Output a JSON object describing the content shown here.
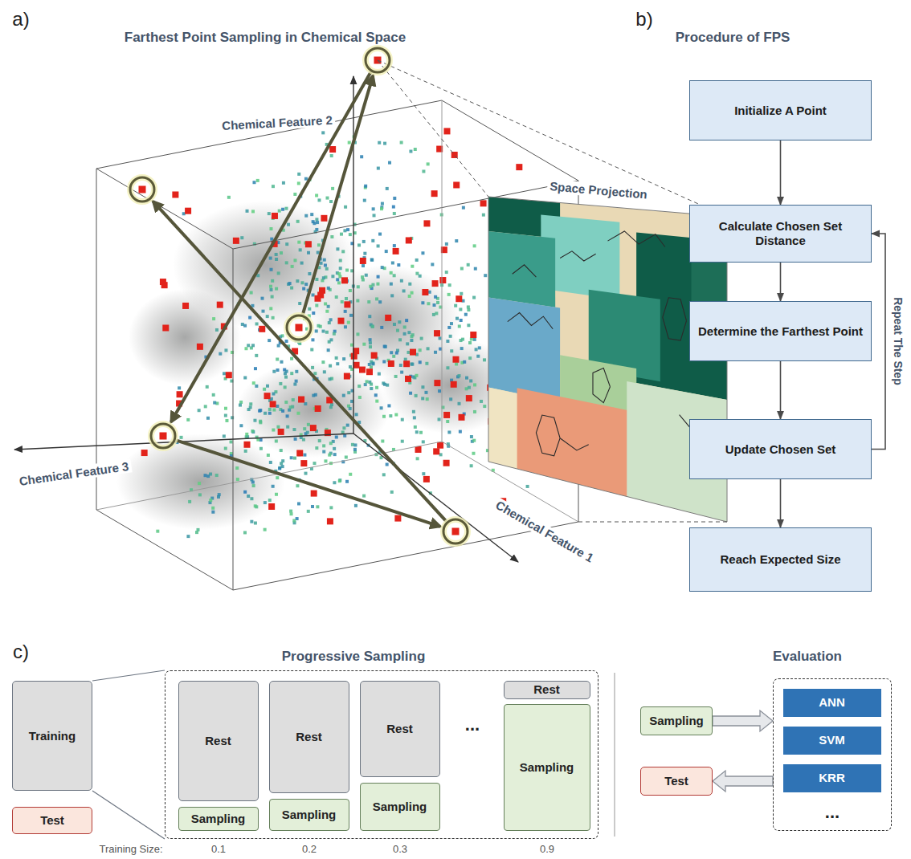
{
  "diagram": {
    "nodes": [
      {
        "text": [
          "Initialize A Point"
        ]
      },
      {
        "text": [
          "Calculate Chosen Set Distance"
        ]
      },
      {
        "text": [
          "Determine the Farthest Point"
        ]
      },
      {
        "text": [
          "Update Chosen Set"
        ]
      },
      {
        "text": [
          "Reach Expected Size"
        ]
      },
      {
        "text": [
          "Training"
        ]
      },
      {
        "text": [
          "Test"
        ]
      },
      {
        "text": []
      },
      {
        "text": [
          "Rest"
        ],
        "in": 7
      },
      {
        "text": [
          "Sampling"
        ],
        "in": 7
      },
      {
        "text": [
          "Rest"
        ],
        "in": 7
      },
      {
        "text": [
          "Sampling"
        ],
        "in": 7
      },
      {
        "text": [
          "Rest"
        ],
        "in": 7
      },
      {
        "text": [
          "Sampling"
        ],
        "in": 7
      },
      {
        "text": [
          "Rest"
        ],
        "in": 7
      },
      {
        "text": [
          "Sampling"
        ],
        "in": 7
      },
      {
        "text": [
          "Sampling"
        ]
      },
      {
        "text": [
          "Test"
        ]
      },
      {
        "text": []
      },
      {
        "text": [
          "ANN"
        ],
        "in": 18
      },
      {
        "text": [
          "SVM"
        ],
        "in": 18
      },
      {
        "text": [
          "KRR"
        ],
        "in": 18
      }
    ],
    "edges": [
      {
        "from": 0,
        "to": 1,
        "arrow": "to"
      },
      {
        "from": 1,
        "to": 2,
        "arrow": "to"
      },
      {
        "from": 2,
        "to": 3,
        "arrow": "to"
      },
      {
        "from": 3,
        "to": 4,
        "arrow": "to"
      },
      {
        "from": 3,
        "to": 1,
        "label": "Repeat The Step",
        "arrow": "to"
      },
      {
        "from": 5,
        "to": 7,
        "arrow": "none"
      },
      {
        "from": 16,
        "to": 18,
        "arrow": "to"
      },
      {
        "from": 18,
        "to": 17,
        "arrow": "to"
      }
    ],
    "labels": [
      "a)",
      "Farthest Point Sampling in Chemical Space",
      "Chemical Feature 2",
      "Chemical Feature 3",
      "Chemical Feature 1",
      "Space Projection",
      "b)",
      "Procedure of FPS",
      "c)",
      "Progressive Sampling",
      "...",
      "Training Size:",
      "0.1",
      "0.2",
      "0.3",
      "0.9",
      "Evaluation",
      "..."
    ]
  }
}
